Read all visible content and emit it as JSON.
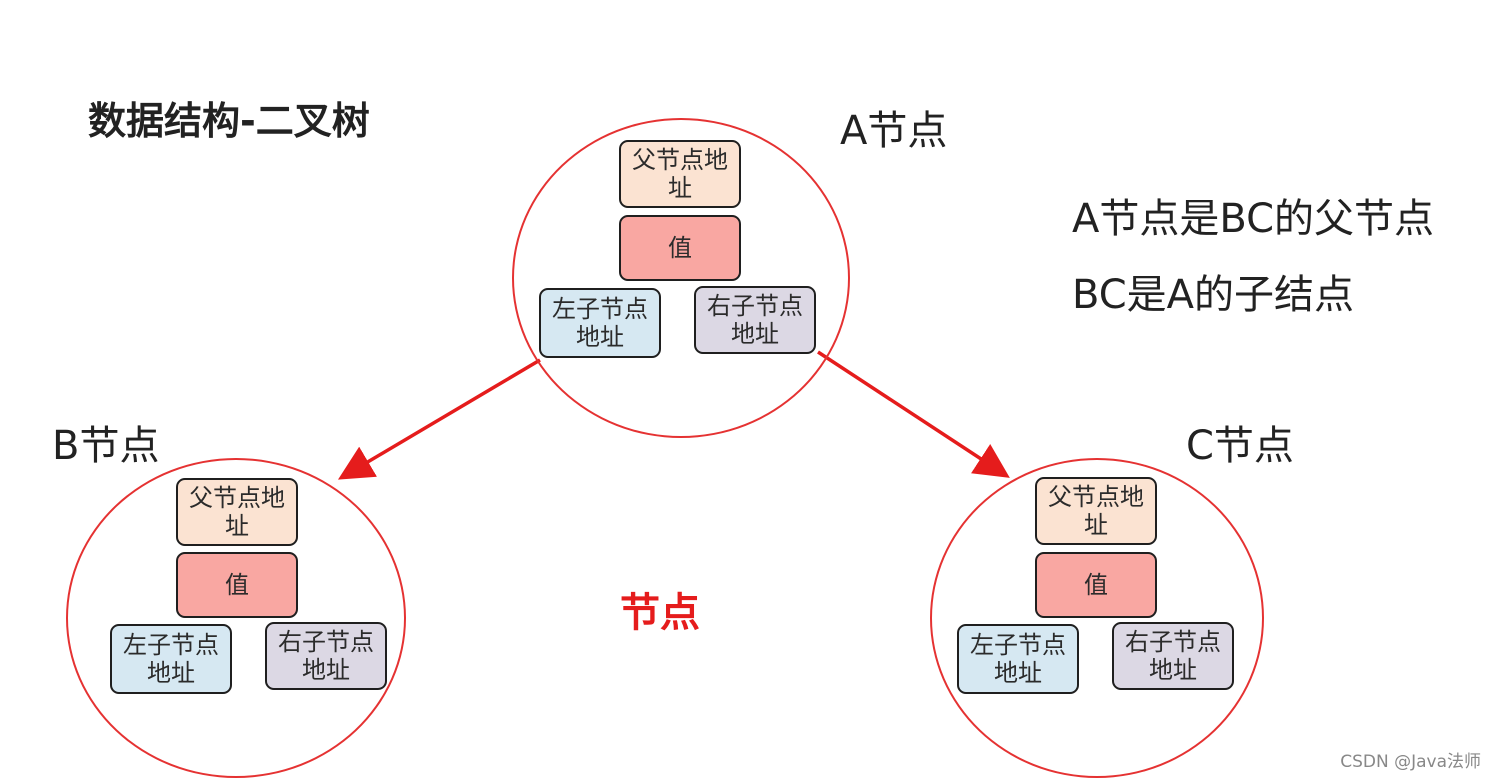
{
  "title": "数据结构-二叉树",
  "nodes": {
    "a": {
      "label": "A节点"
    },
    "b": {
      "label": "B节点"
    },
    "c": {
      "label": "C节点"
    }
  },
  "fields": {
    "parent": "父节点地址",
    "value": "值",
    "left": "左子节点地址",
    "right": "右子节点地址"
  },
  "notes": [
    "A节点是BC的父节点",
    "BC是A的子结点"
  ],
  "center_label": "节点",
  "watermark": "CSDN @Java法师",
  "colors": {
    "circle": "#e53232",
    "arrow": "#e51c1c",
    "parent_box": "#fbe3d2",
    "value_box": "#f9a7a2",
    "left_box": "#d6e8f2",
    "right_box": "#dcd8e4"
  }
}
